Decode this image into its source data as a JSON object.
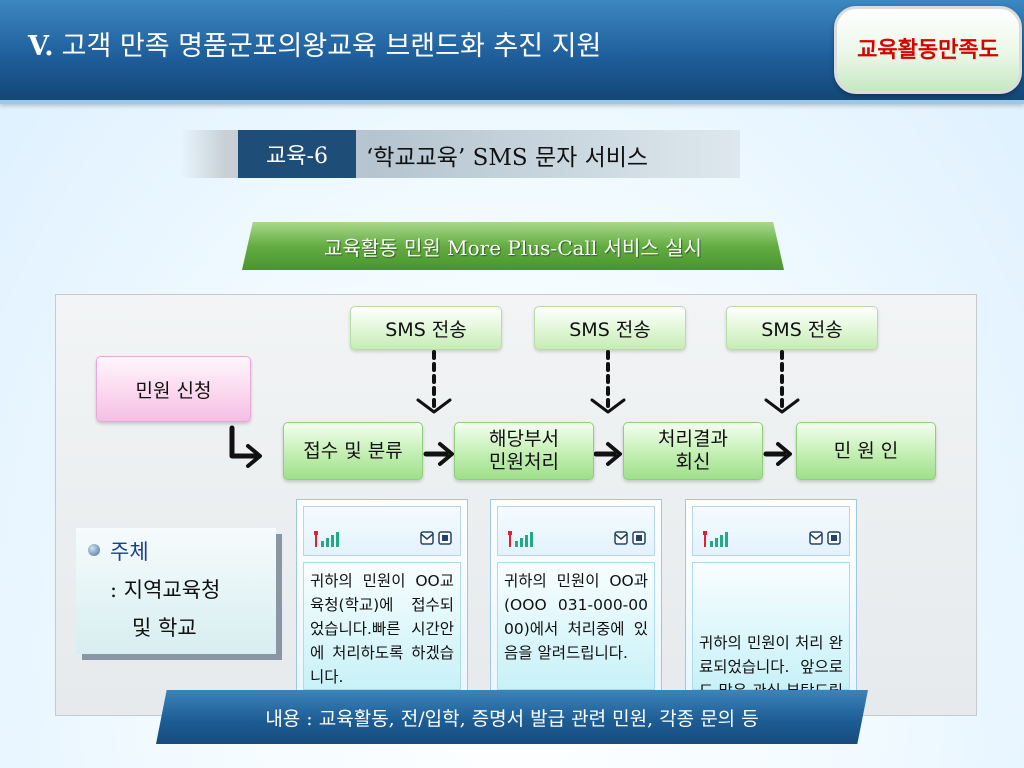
{
  "header": {
    "roman": "V.",
    "title": "고객 만족 명품군포의왕교육 브랜드화 추진 지원",
    "badge": "교육활동만족도"
  },
  "section": {
    "tag": "교육-6",
    "title": "‘학교교육’ SMS 문자 서비스"
  },
  "banner": "교육활동 민원 More Plus-Call 서비스 실시",
  "flow": {
    "sms_labels": [
      "SMS 전송",
      "SMS 전송",
      "SMS 전송"
    ],
    "petition": "민원 신청",
    "steps": [
      "접수 및 분류",
      "해당부서\n민원처리",
      "처리결과\n회신",
      "민 원 인"
    ]
  },
  "phones": [
    {
      "text": "귀하의 민원이 OO교육청(학교)에 접수되었습니다.빠른 시간안에 처리하도록 하겠습니다."
    },
    {
      "text": "귀하의 민원이 OO과(OOO 031-000-0000)에서 처리중에 있음을 알려드립니다."
    },
    {
      "text": "귀하의 민원이 처리 완료되었습니다. 앞으로도 많은 관심 부탁드립니다."
    }
  ],
  "subject": {
    "heading": "주체",
    "line1": ": 지역교육청",
    "line2": "및 학교"
  },
  "footer": "내용 : 교육활동, 전/입학, 증명서 발급 관련 민원, 각종 문의 등",
  "colors": {
    "header_blue": "#1f5f9c",
    "badge_text": "#d90000",
    "section_tag": "#1e4e78",
    "banner_green": "#64ad42",
    "step_green": "#9ee08a",
    "petition_pink": "#f4bfe4",
    "footer_blue": "#1c5b92"
  }
}
